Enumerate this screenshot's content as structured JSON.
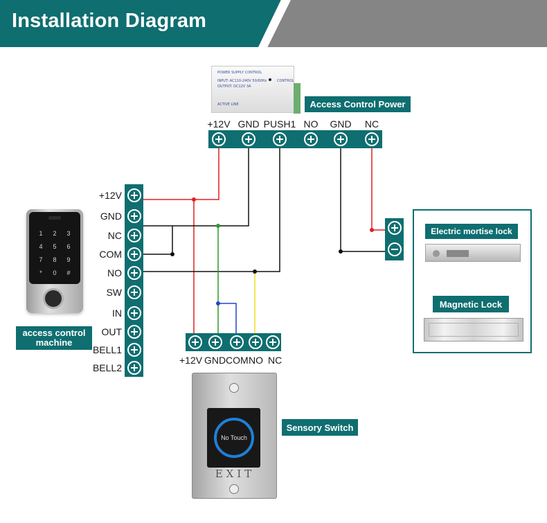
{
  "header": {
    "title": "Installation Diagram"
  },
  "labels": {
    "power": "Access Control Power",
    "machine": "access control machine",
    "mortise": "Electric mortise lock",
    "magnetic": "Magnetic Lock",
    "sensory": "Sensory Switch"
  },
  "power_terminals": [
    "+12V",
    "GND",
    "PUSH1",
    "NO",
    "GND",
    "NC"
  ],
  "machine_terminals": [
    "+12V",
    "GND",
    "NC",
    "COM",
    "NO",
    "SW",
    "IN",
    "OUT",
    "BELL1",
    "BELL2"
  ],
  "switch_terminals": [
    "+12V",
    "GND",
    "COM",
    "NO",
    "NC"
  ],
  "keypad_keys": [
    "1",
    "2",
    "3",
    "4",
    "5",
    "6",
    "7",
    "8",
    "9",
    "*",
    "0",
    "#"
  ],
  "exit_button": {
    "center_text": "No Touch",
    "plate_text": "EXIT"
  },
  "psu_device": {
    "line1": "POWER SUPPLY CONTROL",
    "line2": "INPUT: AC110-240V 50/60Hz",
    "line3": "OUTPUT: DC12V 3A",
    "line4": "CONTROL",
    "line5": "ACTIVE LINE"
  },
  "colors": {
    "teal": "#0f6e70",
    "header_grey": "#858585",
    "wire_red": "#e02020",
    "wire_black": "#111111",
    "wire_green": "#2a9a2a",
    "wire_blue": "#2244cc",
    "wire_yellow": "#f0e020"
  }
}
